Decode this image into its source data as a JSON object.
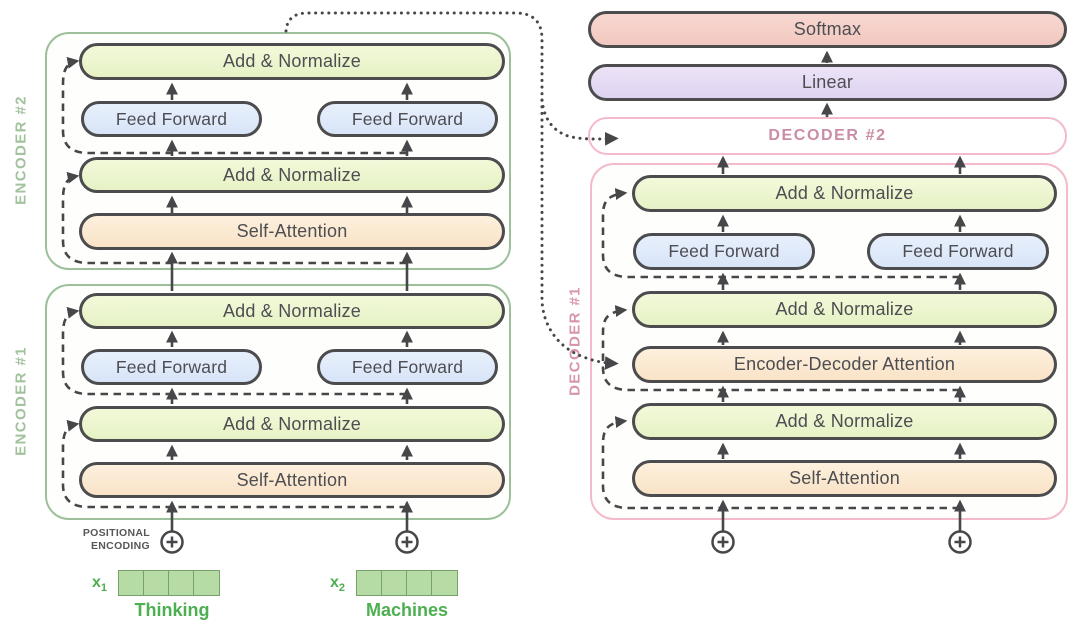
{
  "encoders": {
    "encoder2": {
      "label": "ENCODER #2",
      "blocks": {
        "add_norm_top": "Add & Normalize",
        "feed_forward_left": "Feed Forward",
        "feed_forward_right": "Feed Forward",
        "add_norm_mid": "Add & Normalize",
        "self_attention": "Self-Attention"
      }
    },
    "encoder1": {
      "label": "ENCODER #1",
      "blocks": {
        "add_norm_top": "Add & Normalize",
        "feed_forward_left": "Feed Forward",
        "feed_forward_right": "Feed Forward",
        "add_norm_mid": "Add & Normalize",
        "self_attention": "Self-Attention"
      }
    }
  },
  "decoders": {
    "decoder2": {
      "label": "DECODER #2"
    },
    "decoder1": {
      "label": "DECODER #1",
      "blocks": {
        "add_norm_top": "Add & Normalize",
        "feed_forward_left": "Feed Forward",
        "feed_forward_right": "Feed Forward",
        "add_norm_mid": "Add & Normalize",
        "encoder_decoder_attention": "Encoder-Decoder Attention",
        "add_norm_bottom": "Add & Normalize",
        "self_attention": "Self-Attention"
      }
    }
  },
  "output_head": {
    "softmax": "Softmax",
    "linear": "Linear"
  },
  "positional_encoding_label": {
    "line1": "POSITIONAL",
    "line2": "ENCODING"
  },
  "inputs": {
    "x1": {
      "symbol": "x",
      "sub": "1",
      "word": "Thinking",
      "cells": 4
    },
    "x2": {
      "symbol": "x",
      "sub": "2",
      "word": "Machines",
      "cells": 4
    }
  },
  "colors": {
    "add_normalize_fill": "#ecf5cf",
    "feed_forward_fill": "#dfe9f9",
    "attention_fill": "#fbe8d0",
    "softmax_fill": "#f5cfc8",
    "linear_fill": "#e5dbf3",
    "encoder_outline": "#9bc09a",
    "decoder_outline": "#f4bac9",
    "encoder_label_color": "#a2c29e",
    "decoder_label_color": "#d795ad",
    "input_green": "#4caf50",
    "vector_fill": "#b7dba5",
    "vector_border": "#76a36b",
    "line_color": "#47474a"
  }
}
